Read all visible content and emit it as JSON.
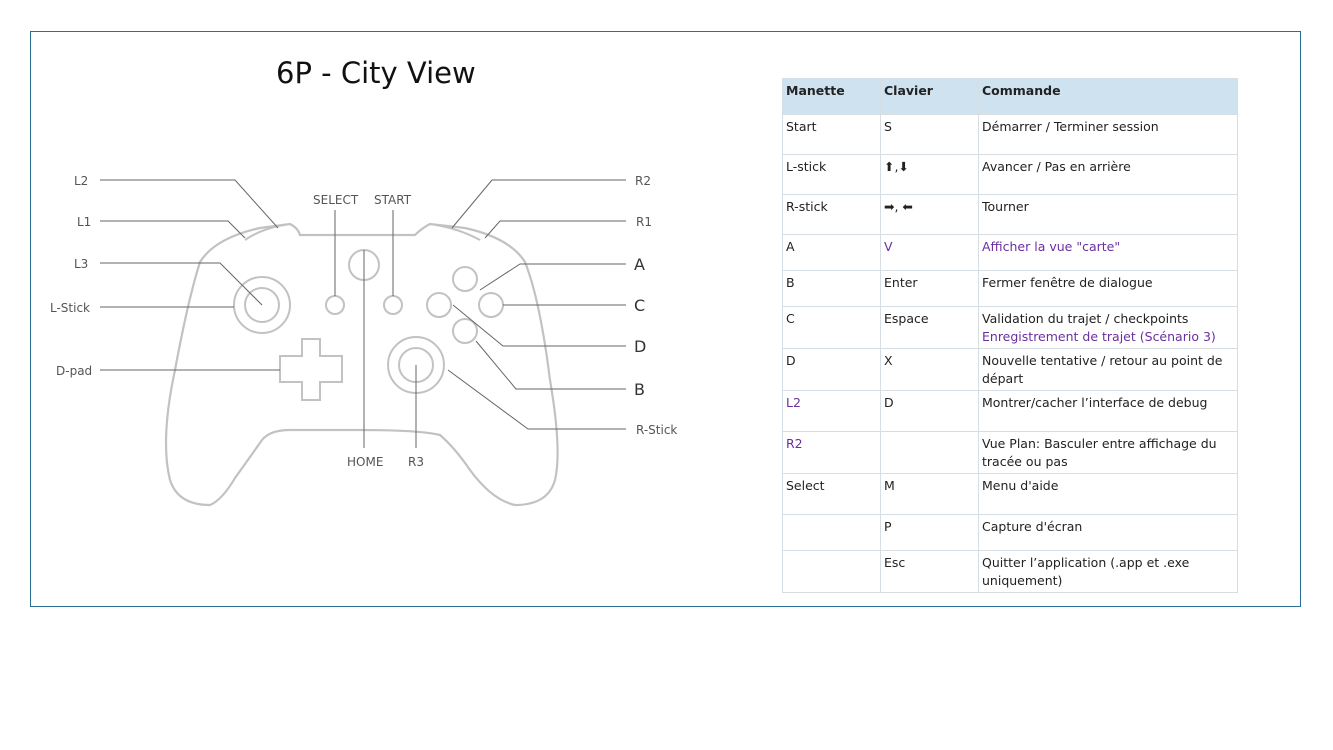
{
  "title": "6P - City View",
  "controller": {
    "labels": {
      "l2": "L2",
      "l1": "L1",
      "l3": "L3",
      "lstick": "L-Stick",
      "dpad": "D-pad",
      "select": "SELECT",
      "start": "START",
      "home": "HOME",
      "r3": "R3",
      "r2": "R2",
      "r1": "R1",
      "a": "A",
      "c": "C",
      "d": "D",
      "b": "B",
      "rstick": "R-Stick"
    }
  },
  "table": {
    "headers": [
      "Manette",
      "Clavier",
      "Commande"
    ],
    "rows": [
      {
        "manette": "Start",
        "clavier": "S",
        "commande": "Démarrer / Terminer session",
        "commande2": ""
      },
      {
        "manette": "L-stick",
        "clavier": "⬆,⬇",
        "commande": "Avancer / Pas en arrière",
        "commande2": ""
      },
      {
        "manette": "R-stick",
        "clavier": "➡, ⬅",
        "commande": "Tourner",
        "commande2": ""
      },
      {
        "manette": "A",
        "clavier": "V",
        "commande": "Afficher la vue \"carte\"",
        "commande2": ""
      },
      {
        "manette": "B",
        "clavier": "Enter",
        "commande": "Fermer fenêtre de dialogue",
        "commande2": ""
      },
      {
        "manette": "C",
        "clavier": "Espace",
        "commande": "Validation du trajet / checkpoints",
        "commande2": "Enregistrement de trajet (Scénario 3)"
      },
      {
        "manette": "D",
        "clavier": "X",
        "commande": "Nouvelle tentative / retour au point de départ",
        "commande2": ""
      },
      {
        "manette": "L2",
        "clavier": "D",
        "commande": "Montrer/cacher l’interface de debug",
        "commande2": ""
      },
      {
        "manette": "R2",
        "clavier": "",
        "commande": "Vue Plan: Basculer entre affichage du tracée ou pas",
        "commande2": ""
      },
      {
        "manette": "Select",
        "clavier": "M",
        "commande": "Menu d'aide",
        "commande2": ""
      },
      {
        "manette": "",
        "clavier": "P",
        "commande": "Capture d'écran",
        "commande2": ""
      },
      {
        "manette": "",
        "clavier": "Esc",
        "commande": "Quitter l’application (.app et .exe uniquement)",
        "commande2": ""
      }
    ]
  },
  "colors": {
    "border": "#2a6f95",
    "header_bg": "#cfe2f0",
    "highlight": "#6a2fa0"
  }
}
